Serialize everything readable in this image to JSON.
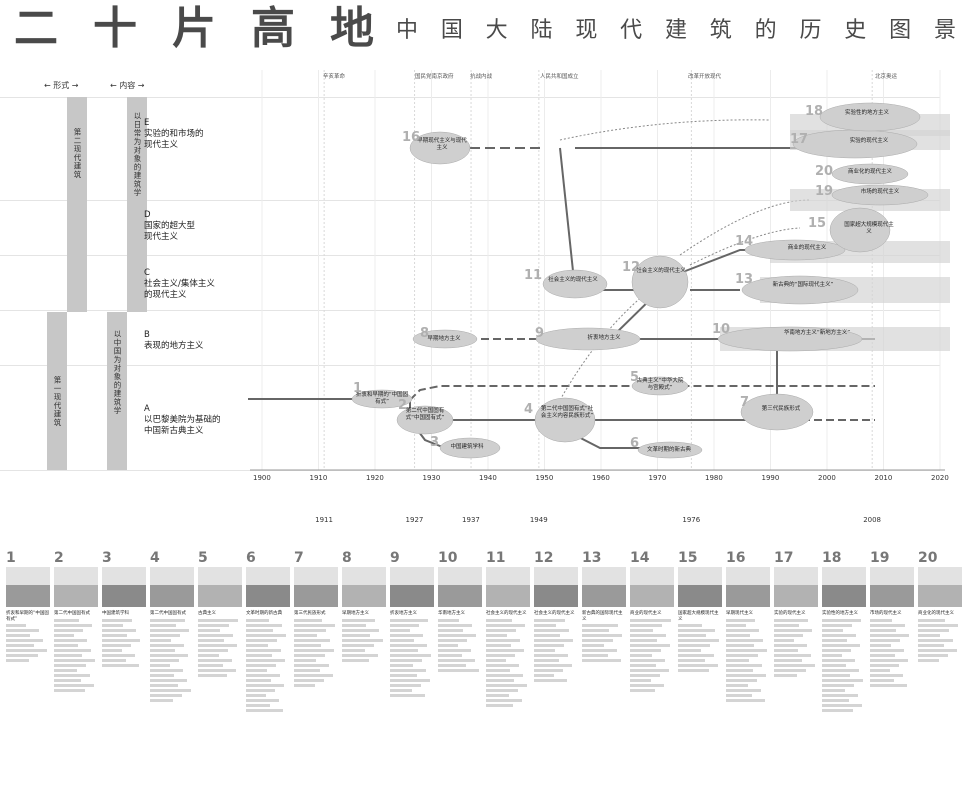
{
  "title": "二十片高地",
  "subtitle": "中国大陆现代建筑的历史图景",
  "col_form": "形式",
  "col_content": "内容",
  "bands": [
    {
      "text": "第二现代建筑"
    },
    {
      "text": "以日常为对象的建筑学"
    },
    {
      "text": "第一现代建筑"
    },
    {
      "text": "以中国为对象的建筑学"
    }
  ],
  "categories": [
    {
      "letter": "E",
      "lines": [
        "实验的和市场的",
        "现代主义"
      ]
    },
    {
      "letter": "D",
      "lines": [
        "国家的超大型",
        "现代主义"
      ]
    },
    {
      "letter": "C",
      "lines": [
        "社会主义/集体主义",
        "的现代主义"
      ]
    },
    {
      "letter": "B",
      "lines": [
        "表现的地方主义"
      ]
    },
    {
      "letter": "A",
      "lines": [
        "以巴黎美院为基础的",
        "中国新古典主义"
      ]
    }
  ],
  "axis_top": [
    "1900",
    "1910",
    "1920",
    "1930",
    "1940",
    "1950",
    "1960",
    "1970",
    "1980",
    "1990",
    "2000",
    "2010",
    "2020"
  ],
  "axis_bottom": [
    "1911",
    "1927",
    "1937",
    "1949",
    "1976",
    "2008"
  ],
  "nodes": [
    {
      "n": "1",
      "label": "折衷和早期的“中国固有式”"
    },
    {
      "n": "2",
      "label": "第二代中国固有式“中国固有式”"
    },
    {
      "n": "3",
      "label": "中国建筑学科"
    },
    {
      "n": "4",
      "label": "第二代中国固有式“社会主义内容民族形式”"
    },
    {
      "n": "5",
      "label": "古典主义“中华大院与宫殿式”"
    },
    {
      "n": "6",
      "label": "文革时期的新古典"
    },
    {
      "n": "7",
      "label": "第三代民族形式"
    },
    {
      "n": "8",
      "label": "早期地方主义"
    },
    {
      "n": "9",
      "label": "折衷地方主义"
    },
    {
      "n": "10",
      "label": "华南地方主义“新地方主义”"
    },
    {
      "n": "11",
      "label": "社会主义的现代主义"
    },
    {
      "n": "12",
      "label": "社会主义的现代主义"
    },
    {
      "n": "13",
      "label": "新古典的“国际现代主义”"
    },
    {
      "n": "14",
      "label": "商业的现代主义"
    },
    {
      "n": "15",
      "label": "国家超大规模现代主义"
    },
    {
      "n": "16",
      "label": "早期现代主义与现代主义"
    },
    {
      "n": "17",
      "label": "实验的现代主义"
    },
    {
      "n": "18",
      "label": "实验性的地方主义"
    },
    {
      "n": "19",
      "label": "市场的现代主义"
    },
    {
      "n": "20",
      "label": "商业化的现代主义"
    }
  ],
  "strip": [
    {
      "n": "1",
      "title": "折衷和早期的“中国固有式”"
    },
    {
      "n": "2",
      "title": "第二代中国固有式"
    },
    {
      "n": "3",
      "title": "中国建筑学科"
    },
    {
      "n": "4",
      "title": "第二代中国固有式"
    },
    {
      "n": "5",
      "title": "古典主义"
    },
    {
      "n": "6",
      "title": "文革时期的新古典"
    },
    {
      "n": "7",
      "title": "第三代民族形式"
    },
    {
      "n": "8",
      "title": "早期地方主义"
    },
    {
      "n": "9",
      "title": "折衷地方主义"
    },
    {
      "n": "10",
      "title": "华南地方主义"
    },
    {
      "n": "11",
      "title": "社会主义的现代主义"
    },
    {
      "n": "12",
      "title": "社会主义的现代主义"
    },
    {
      "n": "13",
      "title": "新古典的国际现代主义"
    },
    {
      "n": "14",
      "title": "商业的现代主义"
    },
    {
      "n": "15",
      "title": "国家超大规模现代主义"
    },
    {
      "n": "16",
      "title": "早期现代主义"
    },
    {
      "n": "17",
      "title": "实验的现代主义"
    },
    {
      "n": "18",
      "title": "实验性的地方主义"
    },
    {
      "n": "19",
      "title": "市场的现代主义"
    },
    {
      "n": "20",
      "title": "商业化的现代主义"
    }
  ]
}
